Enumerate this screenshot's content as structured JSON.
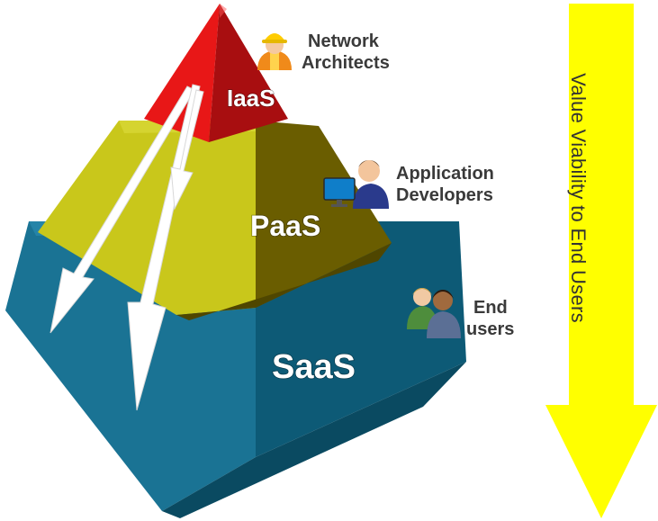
{
  "pyramid": {
    "tiers": [
      {
        "label": "IaaS",
        "color": "#b30f12",
        "highlight": "#e81414"
      },
      {
        "label": "PaaS",
        "color": "#6b5e00",
        "highlight": "#c8c81a"
      },
      {
        "label": "SaaS",
        "color": "#0e5c77",
        "highlight": "#1f7fa1"
      }
    ]
  },
  "roles": {
    "network_architects": {
      "line1": "Network",
      "line2": "Architects",
      "icon": "construction-worker-icon"
    },
    "application_developers": {
      "line1": "Application",
      "line2": "Developers",
      "icon": "developer-at-computer-icon"
    },
    "end_users": {
      "line1": "End",
      "line2": "users",
      "icon": "users-group-icon"
    }
  },
  "value_arrow": {
    "label": "Value Viability to End Users",
    "color": "#ffff00"
  }
}
